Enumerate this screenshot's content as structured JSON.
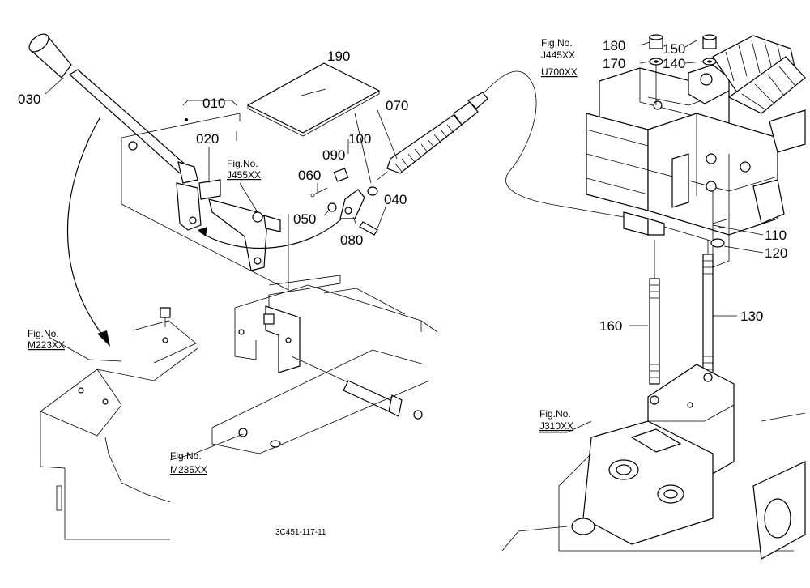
{
  "labels": {
    "p030": "030",
    "p010": "010",
    "p020": "020",
    "p190": "190",
    "p070": "070",
    "p090": "090",
    "p100": "100",
    "p060": "060",
    "p050": "050",
    "p040": "040",
    "p080": "080",
    "p180": "180",
    "p150": "150",
    "p170": "170",
    "p140": "140",
    "p110": "110",
    "p120": "120",
    "p160": "160",
    "p130": "130"
  },
  "fig_refs": {
    "j455_caption": "Fig.No.",
    "j455_code": "J455XX",
    "j445_caption": "Fig.No.",
    "j445_code": "J445XX",
    "u700_code": "U700XX",
    "m223_caption": "Fig.No.",
    "m223_code": "M223XX",
    "m235_caption": "Fig.No.",
    "m235_code": "M235XX",
    "j310_caption": "Fig.No.",
    "j310_code": "J310XX"
  },
  "drawing_code": "3C451-117-11"
}
